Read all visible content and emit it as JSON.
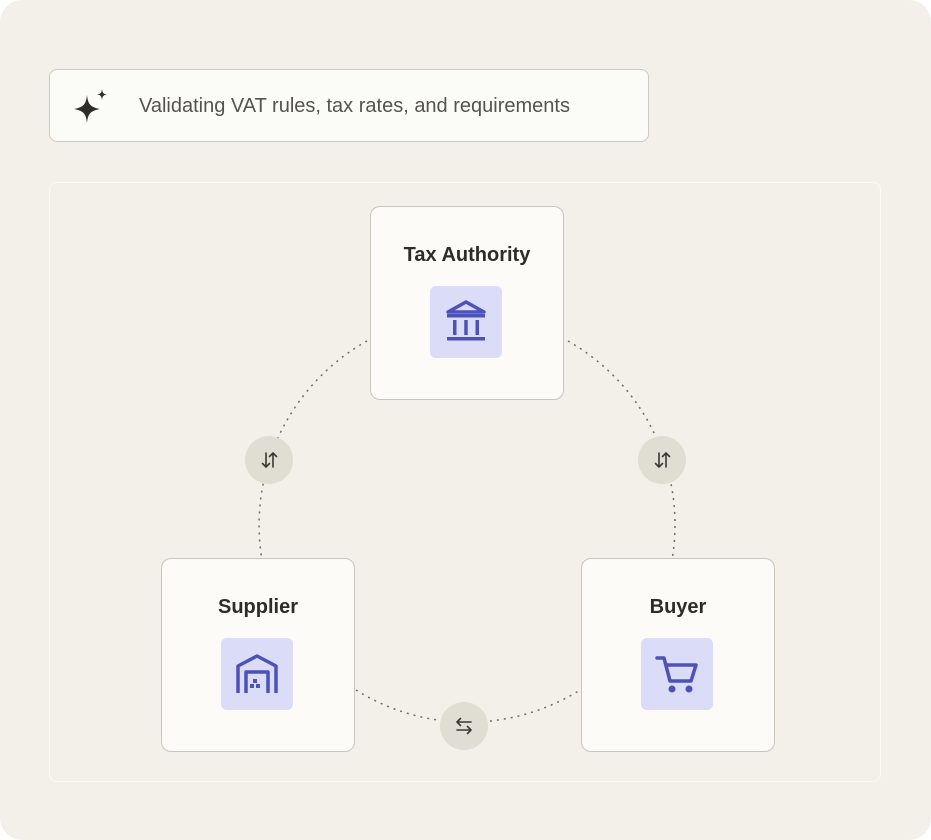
{
  "status": {
    "text": "Validating VAT rules, tax rates, and requirements",
    "icon": "sparkle-icon"
  },
  "nodes": {
    "tax_authority": {
      "label": "Tax Authority",
      "icon": "bank-icon"
    },
    "supplier": {
      "label": "Supplier",
      "icon": "warehouse-icon"
    },
    "buyer": {
      "label": "Buyer",
      "icon": "shopping-cart-icon"
    }
  },
  "connectors": {
    "left": {
      "icon": "arrows-up-down-icon"
    },
    "right": {
      "icon": "arrows-up-down-icon"
    },
    "bottom": {
      "icon": "arrows-left-right-icon"
    }
  },
  "colors": {
    "background": "#f2f0e8",
    "card": "#fcfbf8",
    "icon_accent": "#4c52b8",
    "icon_tile": "#dadcf8",
    "connector_fill": "#e0ddd2",
    "text_dark": "#2e2c28",
    "text_muted": "#55534d"
  }
}
